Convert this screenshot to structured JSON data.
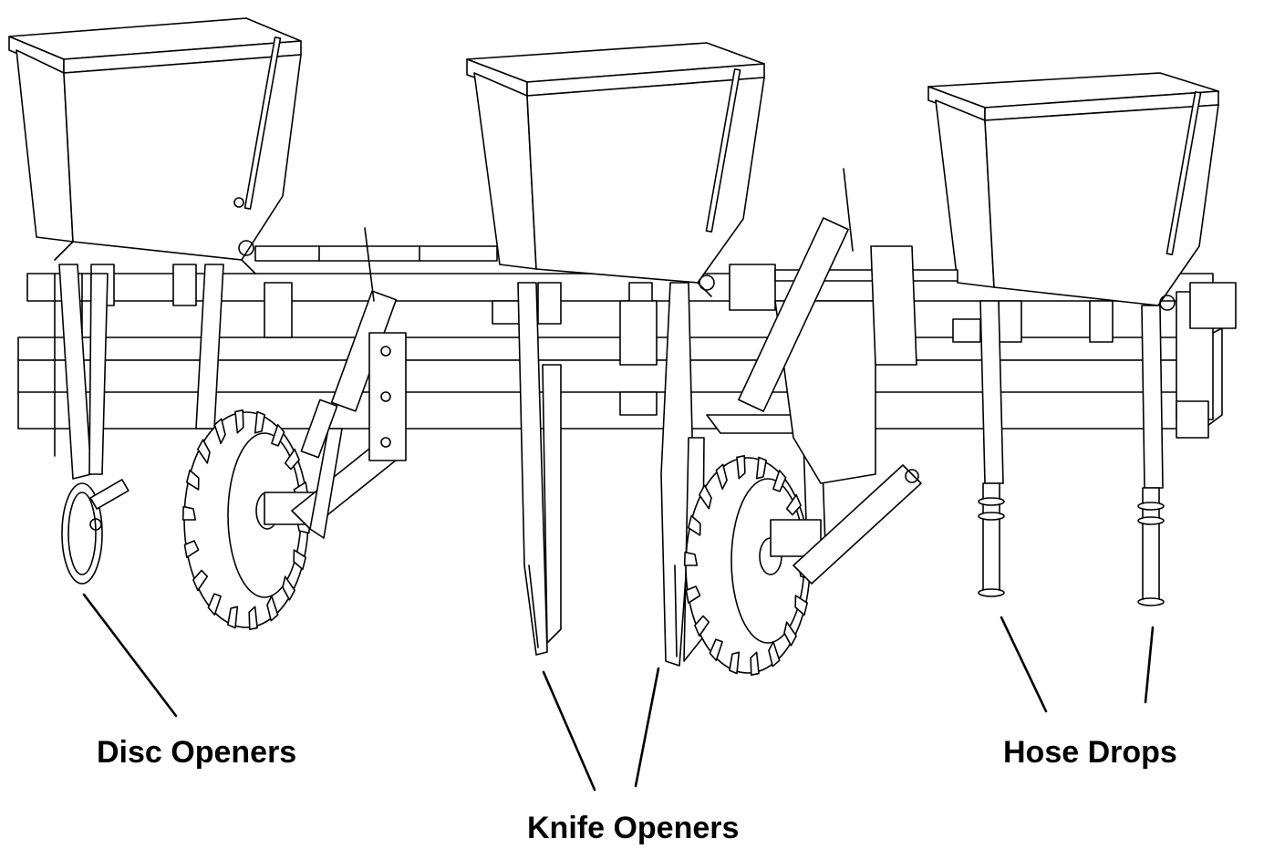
{
  "labels": {
    "disc_openers": "Disc Openers",
    "knife_openers": "Knife Openers",
    "hose_drops": "Hose Drops"
  },
  "colors": {
    "line": "#000000",
    "background": "#ffffff"
  }
}
